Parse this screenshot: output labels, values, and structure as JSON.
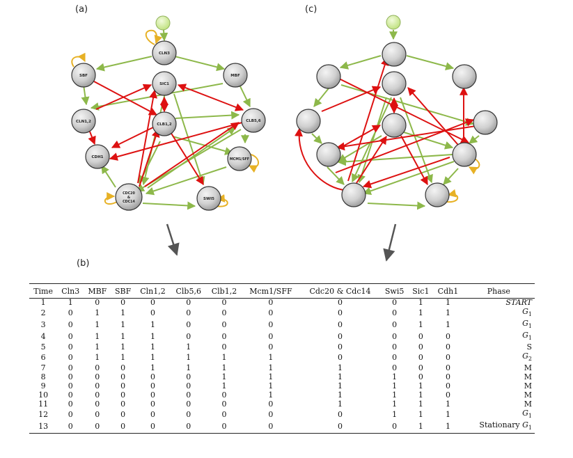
{
  "labels": {
    "a": "(a)",
    "b": "(b)",
    "c": "(c)"
  },
  "colors": {
    "activation": "#8db84a",
    "inhibition": "#dd1111",
    "self_loop": "#e7b125",
    "node_fill": "#d2d2d2",
    "start_fill": "#d8f0a8"
  },
  "network_a": {
    "nodes": [
      {
        "id": "cln3",
        "label": "CLN3"
      },
      {
        "id": "sbf",
        "label": "SBF"
      },
      {
        "id": "sic1",
        "label": "SIC1"
      },
      {
        "id": "mbf",
        "label": "MBF"
      },
      {
        "id": "cln12",
        "label": "CLN1,2"
      },
      {
        "id": "clb12",
        "label": "CLB1,2"
      },
      {
        "id": "clb56",
        "label": "CLB5,6"
      },
      {
        "id": "cdh1",
        "label": "CDH1"
      },
      {
        "id": "mcm1",
        "label": "MCM1/SFF"
      },
      {
        "id": "cdc20",
        "label": "CDC20\n&\nCDC14"
      },
      {
        "id": "swi5",
        "label": "SWI5"
      }
    ]
  },
  "table": {
    "headers": [
      "Time",
      "Cln3",
      "MBF",
      "SBF",
      "Cln1,2",
      "Clb5,6",
      "Clb1,2",
      "Mcm1/SFF",
      "Cdc20 & Cdc14",
      "Swi5",
      "Sic1",
      "Cdh1",
      "Phase"
    ],
    "rows": [
      {
        "time": "1",
        "v": [
          "1",
          "0",
          "0",
          "0",
          "0",
          "0",
          "0",
          "0",
          "0",
          "1",
          "1"
        ],
        "phase_main": "START",
        "phase_sub": "",
        "italic": true
      },
      {
        "time": "2",
        "v": [
          "0",
          "1",
          "1",
          "0",
          "0",
          "0",
          "0",
          "0",
          "0",
          "1",
          "1"
        ],
        "phase_main": "G",
        "phase_sub": "1",
        "italic": true
      },
      {
        "time": "3",
        "v": [
          "0",
          "1",
          "1",
          "1",
          "0",
          "0",
          "0",
          "0",
          "0",
          "1",
          "1"
        ],
        "phase_main": "G",
        "phase_sub": "1",
        "italic": true
      },
      {
        "time": "4",
        "v": [
          "0",
          "1",
          "1",
          "1",
          "0",
          "0",
          "0",
          "0",
          "0",
          "0",
          "0"
        ],
        "phase_main": "G",
        "phase_sub": "1",
        "italic": true
      },
      {
        "time": "5",
        "v": [
          "0",
          "1",
          "1",
          "1",
          "1",
          "0",
          "0",
          "0",
          "0",
          "0",
          "0"
        ],
        "phase_main": "S",
        "phase_sub": "",
        "italic": false
      },
      {
        "time": "6",
        "v": [
          "0",
          "1",
          "1",
          "1",
          "1",
          "1",
          "1",
          "0",
          "0",
          "0",
          "0"
        ],
        "phase_main": "G",
        "phase_sub": "2",
        "italic": true
      },
      {
        "time": "7",
        "v": [
          "0",
          "0",
          "0",
          "1",
          "1",
          "1",
          "1",
          "1",
          "0",
          "0",
          "0"
        ],
        "phase_main": "M",
        "phase_sub": "",
        "italic": false
      },
      {
        "time": "8",
        "v": [
          "0",
          "0",
          "0",
          "0",
          "0",
          "1",
          "1",
          "1",
          "1",
          "0",
          "0"
        ],
        "phase_main": "M",
        "phase_sub": "",
        "italic": false
      },
      {
        "time": "9",
        "v": [
          "0",
          "0",
          "0",
          "0",
          "0",
          "1",
          "1",
          "1",
          "1",
          "1",
          "0"
        ],
        "phase_main": "M",
        "phase_sub": "",
        "italic": false
      },
      {
        "time": "10",
        "v": [
          "0",
          "0",
          "0",
          "0",
          "0",
          "0",
          "1",
          "1",
          "1",
          "1",
          "0"
        ],
        "phase_main": "M",
        "phase_sub": "",
        "italic": false
      },
      {
        "time": "11",
        "v": [
          "0",
          "0",
          "0",
          "0",
          "0",
          "0",
          "0",
          "1",
          "1",
          "1",
          "1"
        ],
        "phase_main": "M",
        "phase_sub": "",
        "italic": false
      },
      {
        "time": "12",
        "v": [
          "0",
          "0",
          "0",
          "0",
          "0",
          "0",
          "0",
          "0",
          "1",
          "1",
          "1"
        ],
        "phase_main": "G",
        "phase_sub": "1",
        "italic": true
      },
      {
        "time": "13",
        "v": [
          "0",
          "0",
          "0",
          "0",
          "0",
          "0",
          "0",
          "0",
          "0",
          "1",
          "1"
        ],
        "phase_main": "Stationary G",
        "phase_sub": "1",
        "italic": false
      }
    ]
  }
}
